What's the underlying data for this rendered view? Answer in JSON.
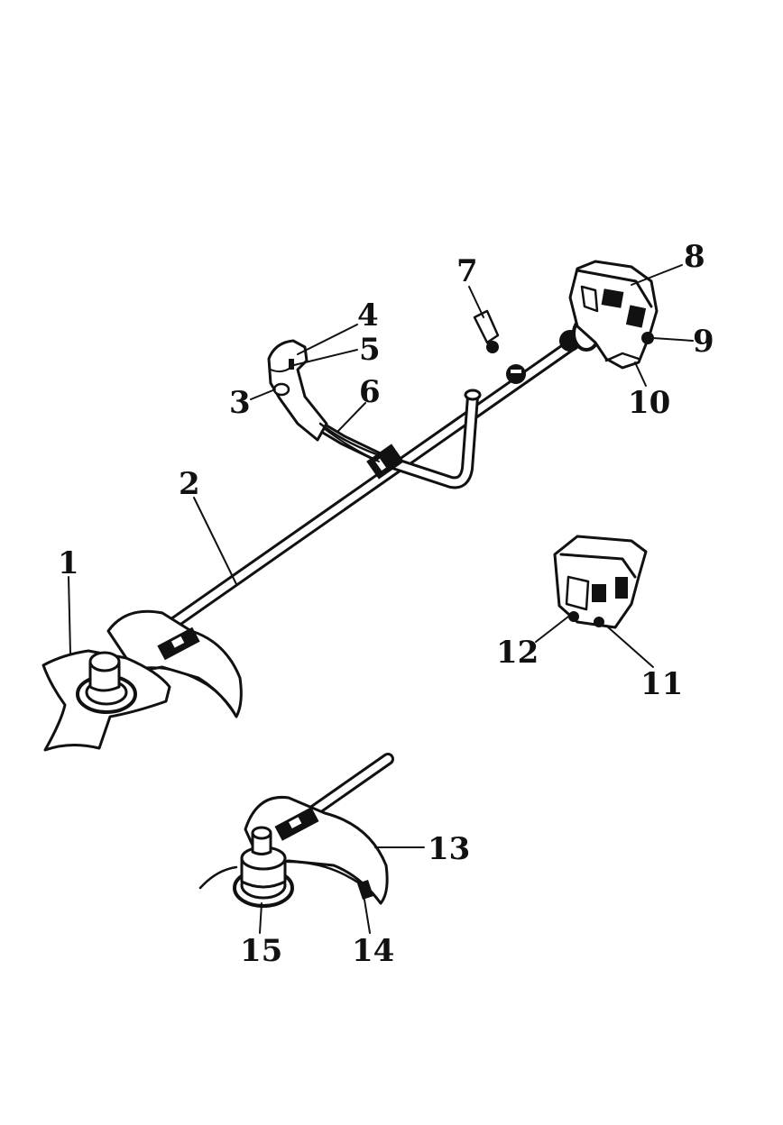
{
  "diagram": {
    "parts": [
      {
        "id": "part-1",
        "label": "1",
        "component": "blade"
      },
      {
        "id": "part-2",
        "label": "2",
        "component": "shaft"
      },
      {
        "id": "part-3",
        "label": "3",
        "component": "handle-grip"
      },
      {
        "id": "part-4",
        "label": "4",
        "component": "throttle-housing"
      },
      {
        "id": "part-5",
        "label": "5",
        "component": "throttle-lock"
      },
      {
        "id": "part-6",
        "label": "6",
        "component": "throttle-cable"
      },
      {
        "id": "part-7",
        "label": "7",
        "component": "harness-hook"
      },
      {
        "id": "part-8",
        "label": "8",
        "component": "engine-cover"
      },
      {
        "id": "part-9",
        "label": "9",
        "component": "starter"
      },
      {
        "id": "part-10",
        "label": "10",
        "component": "engine-body"
      },
      {
        "id": "part-11",
        "label": "11",
        "component": "primer"
      },
      {
        "id": "part-12",
        "label": "12",
        "component": "choke"
      },
      {
        "id": "part-13",
        "label": "13",
        "component": "guard"
      },
      {
        "id": "part-14",
        "label": "14",
        "component": "line-cutter"
      },
      {
        "id": "part-15",
        "label": "15",
        "component": "trimmer-head"
      }
    ],
    "colors": {
      "ink": "#111111",
      "paper": "#ffffff"
    }
  }
}
